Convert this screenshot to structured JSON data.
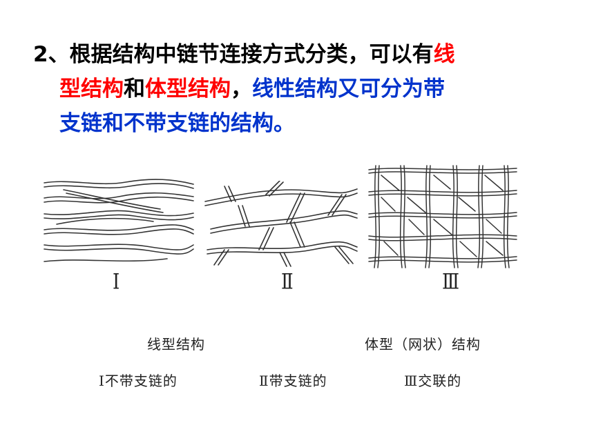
{
  "heading": {
    "line1_black": "2、根据结构中链节连接方式分类，可以有",
    "line1_red": "线",
    "line2_red1": "型结构",
    "line2_black1": "和",
    "line2_red2": "体型结构",
    "line2_black2": "，",
    "line2_blue": "线性结构又可分为带",
    "line3_blue": "支链和不带支链的结构。"
  },
  "figure": {
    "numerals": [
      "Ⅰ",
      "Ⅱ",
      "Ⅲ"
    ],
    "group_labels": [
      "线型结构",
      "体型（网状）结构"
    ],
    "sub_labels": [
      "Ⅰ不带支链的",
      "Ⅱ带支链的",
      "Ⅲ交联的"
    ]
  },
  "colors": {
    "emphasis_red": "#ff0000",
    "emphasis_blue": "#0033cc",
    "figure_ink": "#333333"
  }
}
